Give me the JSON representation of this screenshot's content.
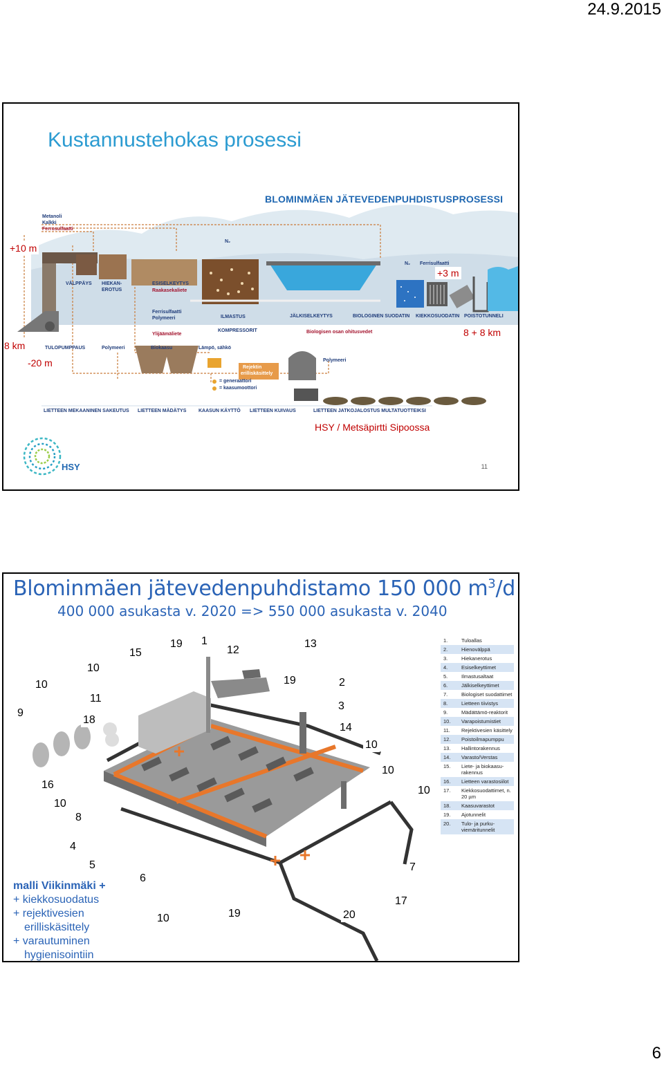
{
  "page": {
    "date": "24.9.2015",
    "number": "6"
  },
  "slide1": {
    "title": "Kustannustehokas prosessi",
    "diagram_title": "BLOMINMÄEN JÄTEVEDENPUHDISTUSPROSESSI",
    "callouts": {
      "plus10": "+10 m",
      "plus3": "+3 m",
      "km8": "8 km",
      "km88": "8 + 8 km",
      "minus20": "-20 m"
    },
    "chemicals": [
      "Metanoli",
      "Kalkki",
      "Ferrosulfaatti"
    ],
    "labels": {
      "valppays": "VÄLPPÄYS",
      "hiekan": "HIEKAN-",
      "erotus": "EROTUS",
      "esiselkeytys": "ESISELKEYTYS",
      "raakasekaliete": "Raakasekaliete",
      "ferrisulfaatti_polymeeri_1": "Ferrisulfaatti",
      "ferrisulfaatti_polymeeri_2": "Polymeeri",
      "ylijaamaliete": "Ylijäämäliete",
      "ilmastus": "ILMASTUS",
      "kompressorit": "KOMPRESSORIT",
      "jalkiselkeytys": "JÄLKISELKEYTYS",
      "biologinen_suodatin": "BIOLOGINEN SUODATIN",
      "kiekkosuodatin": "KIEKKOSUODATIN",
      "poistotunneli": "POISTOTUNNELI",
      "ferrisulfaatti_n2": "Ferrisulfaatti",
      "n2": "N₂",
      "tulopumppaus": "TULOPUMPPAUS",
      "polymeeri_a": "Polymeeri",
      "biokaasu": "Biokaasu",
      "lampo_sahko": "Lämpö, sähkö",
      "biologisen_ohitus": "Biologisen osan ohitusvedet",
      "rejektin_1": "Rejektin",
      "rejektin_2": "erilliskäsittely",
      "polymeeri_b": "Polymeeri",
      "generaattori": "= generaattori",
      "kaasumoottori": "= kaasumoottori"
    },
    "stages": [
      "LIETTEEN MEKAANINEN SAKEUTUS",
      "LIETTEEN MÄDÄTYS",
      "KAASUN KÄYTTÖ",
      "LIETTEEN KUIVAUS",
      "LIETTEEN JATKOJALOSTUS MULTATUOTTEIKSI"
    ],
    "credit": "HSY / Metsäpirtti Sipoossa",
    "logo_text": "HSY",
    "slide_number": "11"
  },
  "slide2": {
    "title_main": "Blominmäen jätevedenpuhdistamo 150 000 m",
    "title_sup": "3",
    "title_tail": "/d",
    "subtitle": "400 000 asukasta v. 2020 => 550 000 asukasta v. 2040",
    "numbers": [
      "9",
      "10",
      "10",
      "11",
      "18",
      "16",
      "10",
      "8",
      "4",
      "5",
      "6",
      "15",
      "19",
      "1",
      "12",
      "13",
      "19",
      "2",
      "3",
      "14",
      "10",
      "10",
      "10",
      "7",
      "17",
      "20",
      "19",
      "10"
    ],
    "legend": [
      {
        "n": "1.",
        "t": "Tuloallas"
      },
      {
        "n": "2.",
        "t": "Hienovälppä"
      },
      {
        "n": "3.",
        "t": "Hiekanerotus"
      },
      {
        "n": "4.",
        "t": "Esiselkeyttimet"
      },
      {
        "n": "5.",
        "t": "Ilmastusaltaat"
      },
      {
        "n": "6.",
        "t": "Jälkiselkeyttimet"
      },
      {
        "n": "7.",
        "t": "Biologiset suodattimet"
      },
      {
        "n": "8.",
        "t": "Lietteen tiivistys"
      },
      {
        "n": "9.",
        "t": "Mädättämö-reaktorit"
      },
      {
        "n": "10.",
        "t": "Varapoistumistiet"
      },
      {
        "n": "11.",
        "t": "Rejektivesien käsittely"
      },
      {
        "n": "12.",
        "t": "Poistoilmapumppu"
      },
      {
        "n": "13.",
        "t": "Hallintorakennus"
      },
      {
        "n": "14.",
        "t": "Varasto/Verstas"
      },
      {
        "n": "15.",
        "t": "Liete- ja biokaasu-rakennus"
      },
      {
        "n": "16.",
        "t": "Lietteen varastosiilot"
      },
      {
        "n": "17.",
        "t": "Kiekkosuodattimet, n. 20 µm"
      },
      {
        "n": "18.",
        "t": "Kaasuvarastot"
      },
      {
        "n": "19.",
        "t": "Ajotunnelit"
      },
      {
        "n": "20.",
        "t": "Tulo- ja purku-viemäritunnelit"
      }
    ],
    "viikinmaki": {
      "line1": "malli Viikinmäki +",
      "line2": "+ kiekkosuodatus",
      "line3": "+ rejektivesien",
      "line4": "erilliskäsittely",
      "line5": "+ varautuminen",
      "line6": "hygienisointiin"
    }
  }
}
